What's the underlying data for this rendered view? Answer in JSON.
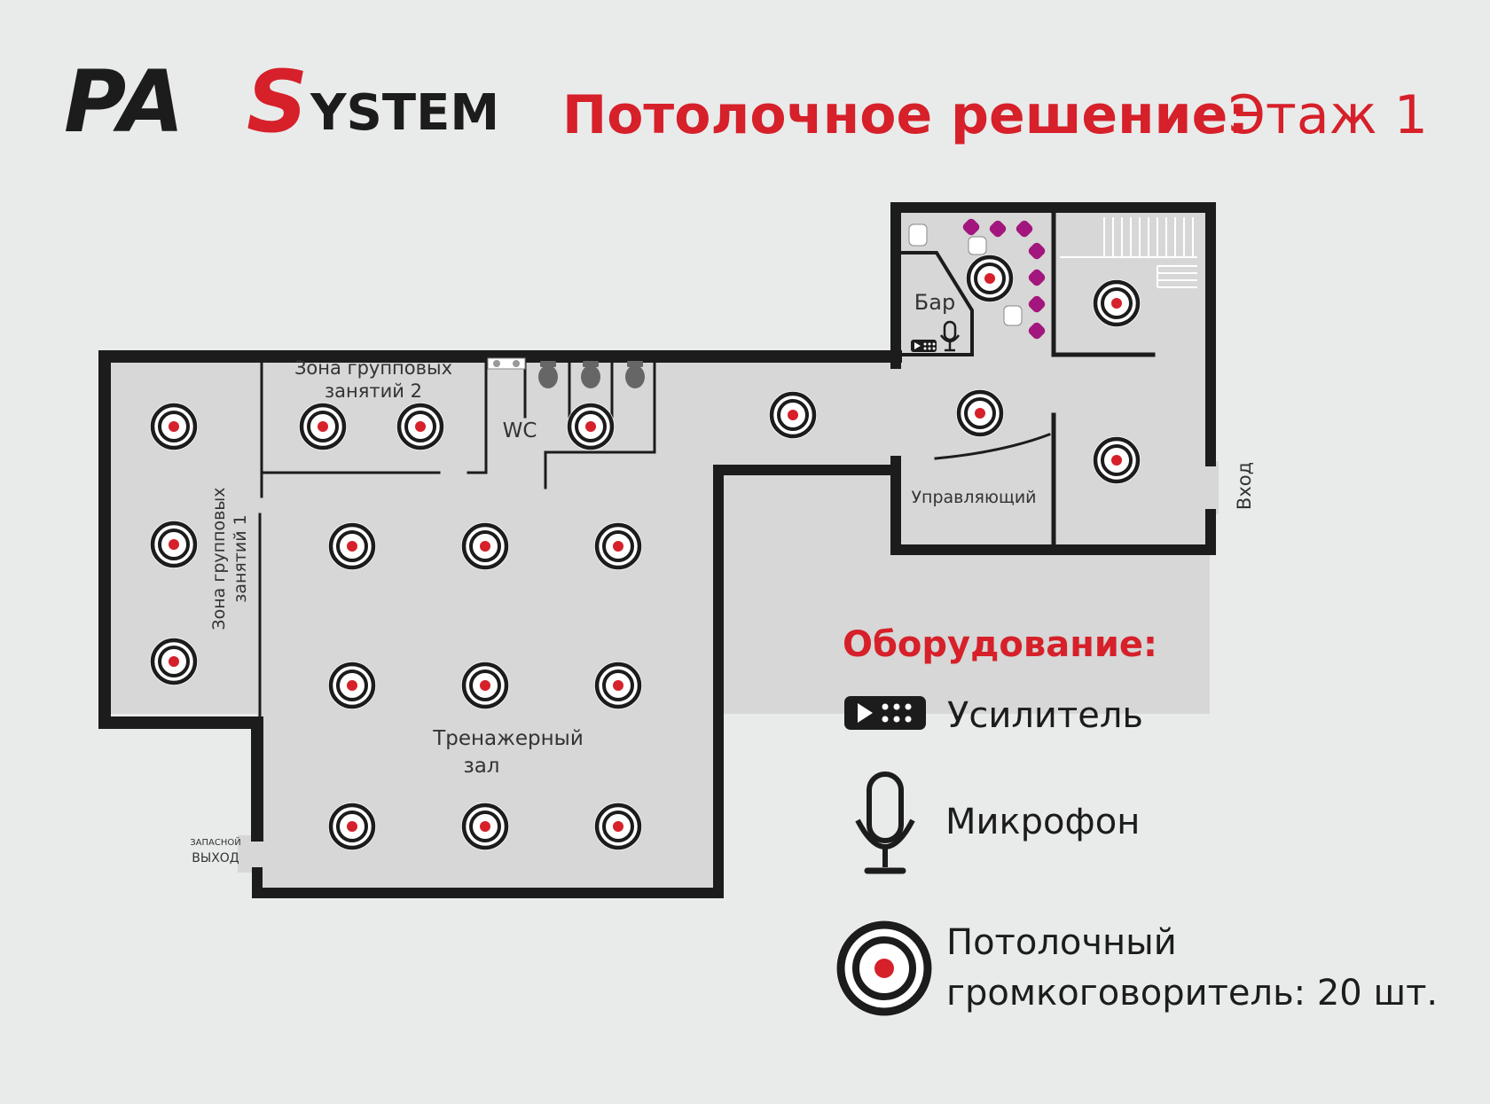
{
  "header": {
    "logo": {
      "left": "PA",
      "mid": "S",
      "right": "YSTEM"
    },
    "title_bold": "Потолочное решение:",
    "title_light": "Этаж 1"
  },
  "rooms": {
    "group_zone_2": [
      "Зона групповых",
      "занятий 2"
    ],
    "group_zone_1": [
      "Зона групповых",
      "занятий 1"
    ],
    "wc": "WC",
    "bar": "Бар",
    "manager": "Управляющий",
    "gym": [
      "Тренажерный",
      "зал"
    ],
    "emergency_exit": [
      "ЗАПАСНОЙ",
      "ВЫХОД"
    ],
    "entrance": "Вход"
  },
  "legend": {
    "heading": "Оборудование:",
    "amplifier": "Усилитель",
    "microphone": "Микрофон",
    "speaker_line1": "Потолочный",
    "speaker_line2": "громкоговоритель: 20 шт."
  },
  "colors": {
    "brand_red": "#d6202a",
    "wall": "#1c1c1c",
    "floor": "#d6d7d6",
    "background": "#e9ebea",
    "chair": "#a3167d"
  },
  "icons": {
    "speaker": "ceiling-speaker-icon",
    "amplifier": "amplifier-icon",
    "microphone": "microphone-icon",
    "toilet": "toilet-icon",
    "sink": "sink-icon",
    "chair": "bar-chair-icon",
    "table": "table-icon",
    "stairs": "stairs-icon"
  }
}
